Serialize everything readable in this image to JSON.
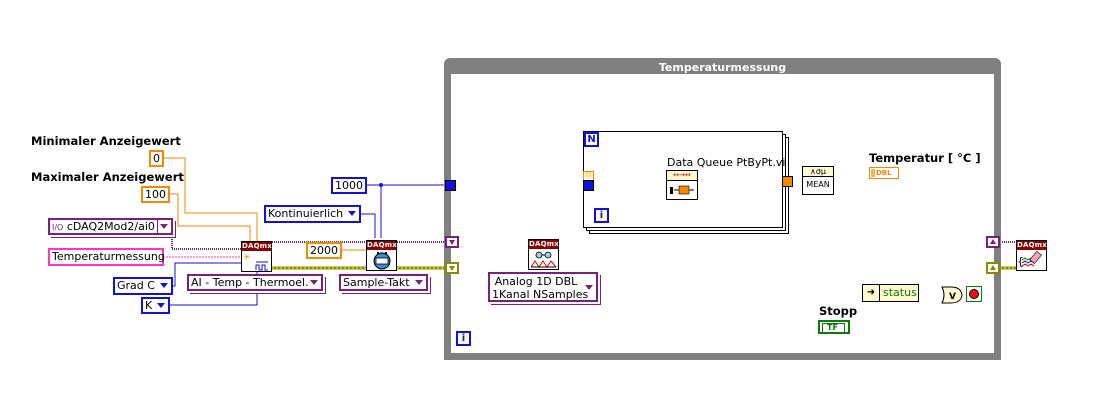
{
  "diagram": {
    "while_loop": {
      "title": "Temperaturmessung",
      "iteration_terminal": "i"
    },
    "for_loop": {
      "count_terminal": "N",
      "iteration_terminal": "i"
    },
    "labels": {
      "min_display": "Minimaler Anzeigewert",
      "max_display": "Maximaler Anzeigewert",
      "temperature_indicator": "Temperatur [ °C ]",
      "stop_control": "Stopp",
      "data_queue_vi": "Data Queue PtByPt.vi"
    },
    "constants": {
      "min_value": "0",
      "max_value": "100",
      "physical_channel": "cDAQ2Mod2/ai0",
      "channel_name": "Temperaturmessung",
      "units": "Grad C",
      "thermocouple_type": "K",
      "create_channel_mode": "AI - Temp - Thermoel.",
      "sample_mode": "Kontinuierlich",
      "samples_per_channel": "1000",
      "sample_rate": "2000",
      "timing_mode": "Sample-Takt",
      "read_mode_line1": "Analog 1D DBL",
      "read_mode_line2": "1Kanal NSamples"
    },
    "nodes": {
      "daqmx_header": "DAQmx",
      "mean_label": "MEAN",
      "mean_glyph": "∧σμ",
      "indicator_type": "DBL",
      "status_label": "status",
      "stop_control_type": "TF",
      "or_glyph": "V",
      "channel_io_glyph": "I/O"
    },
    "colors": {
      "loop_frame": "#808080",
      "numeric_dbl": "#f28a00",
      "numeric_int": "#1111dd",
      "task_wire": "#7a1f7a",
      "error_wire": "#8a8a00",
      "string_wire": "#ff33cc",
      "boolean": "#0a7a0a",
      "daqmx_header": "#8b0000"
    }
  }
}
